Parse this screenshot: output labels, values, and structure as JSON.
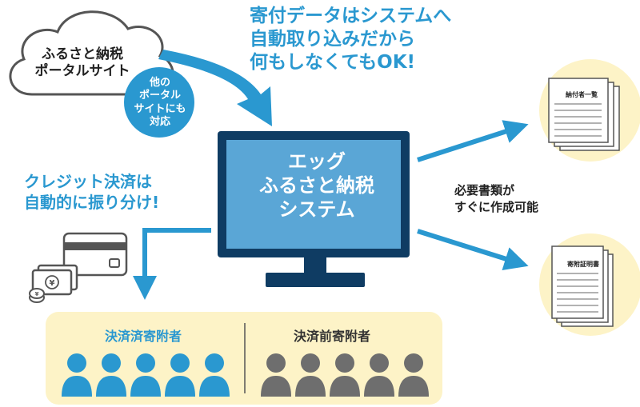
{
  "cloud": {
    "label": "ふるさと納税\nポータルサイト"
  },
  "badge": {
    "label": "他の\nポータル\nサイトにも\n対応"
  },
  "auto_import": {
    "text": "寄付データはシステムへ\n自動取り込みだから\n何もしなくてもOK!"
  },
  "credit": {
    "text": "クレジット決済は\n自動的に振り分け!"
  },
  "monitor": {
    "label": "エッグ\nふるさと納税\nシステム"
  },
  "documents": {
    "note": "必要書類が\nすぐに作成可能",
    "doc1_label": "納付者一覧",
    "doc2_label": "寄附証明書"
  },
  "donors": {
    "paid_label": "決済済寄附者",
    "unpaid_label": "決済前寄附者",
    "paid_count": 5,
    "unpaid_count": 5
  },
  "colors": {
    "accent_blue": "#2a98d0",
    "person_blue": "#2a98d0",
    "person_gray": "#6e6e6e",
    "monitor_frame": "#0f3c63",
    "screen": "#5aa6d6",
    "cream": "#fdf3c7",
    "badge": "#2a98d0"
  },
  "icons": {
    "cloud": "cloud-icon",
    "monitor": "monitor-icon",
    "credit_card": "credit-card-icon",
    "banknotes": "banknote-icon",
    "coins": "coin-icon",
    "document": "document-stack-icon",
    "person": "person-icon"
  }
}
